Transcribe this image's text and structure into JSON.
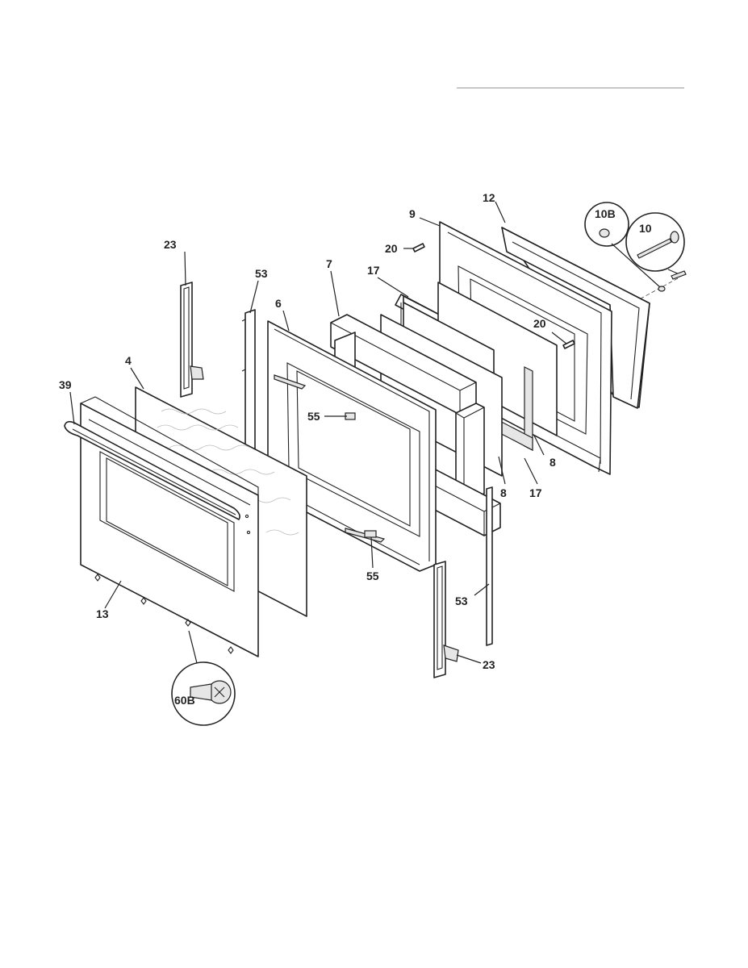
{
  "diagram": {
    "header_rule_color": "#b5b5b5",
    "labels": {
      "l23_top": "23",
      "l53_top": "53",
      "l7": "7",
      "l17_top": "17",
      "l9": "9",
      "l12": "12",
      "l10b": "10B",
      "l10": "10",
      "l20_top": "20",
      "l20_right": "20",
      "l6": "6",
      "l4": "4",
      "l39": "39",
      "l55_top": "55",
      "l8_right": "8",
      "l8_mid": "8",
      "l17_bottom": "17",
      "l55_bottom": "55",
      "l53_bottom": "53",
      "l23_bottom": "23",
      "l13": "13",
      "l60b": "60B"
    }
  }
}
